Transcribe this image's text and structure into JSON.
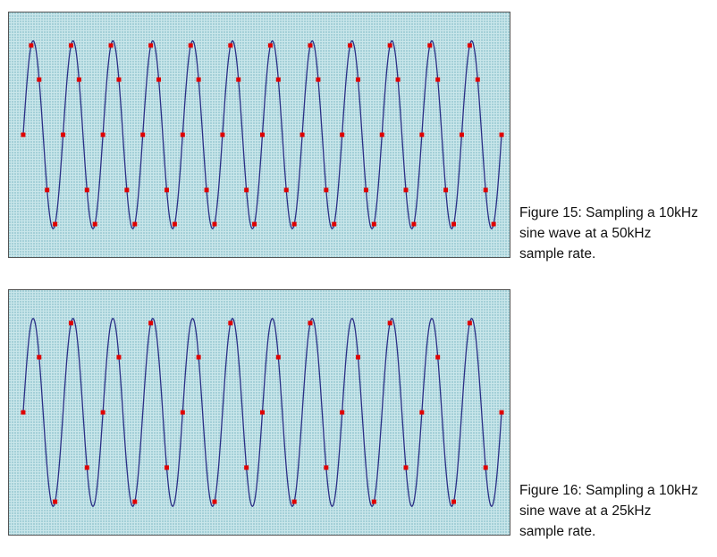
{
  "colors": {
    "background": "#c9e6ea",
    "wave": "#2b2f86",
    "sample": "#e00000"
  },
  "figures": [
    {
      "caption": "Figure 15: Sampling a 10kHz\nsine wave at a 50kHz\nsample rate.",
      "chart_data": {
        "type": "line",
        "signal": {
          "shape": "sine",
          "frequency_khz": 10,
          "cycles_shown": 12,
          "amplitude": [
            -1,
            1
          ],
          "start_phase_deg": 0
        },
        "samples": {
          "rate_khz": 50,
          "samples_per_cycle": 5
        },
        "grid": "dotted",
        "xlim": [
          0,
          12
        ],
        "ylim": [
          -1.2,
          1.2
        ]
      }
    },
    {
      "caption": "Figure 16: Sampling a 10kHz\nsine wave at a 25kHz\nsample rate.",
      "chart_data": {
        "type": "line",
        "signal": {
          "shape": "sine",
          "frequency_khz": 10,
          "cycles_shown": 12,
          "amplitude": [
            -1,
            1
          ],
          "start_phase_deg": 0
        },
        "samples": {
          "rate_khz": 25,
          "samples_per_cycle": 2.5
        },
        "grid": "dotted",
        "xlim": [
          0,
          12
        ],
        "ylim": [
          -1.2,
          1.2
        ]
      }
    }
  ]
}
